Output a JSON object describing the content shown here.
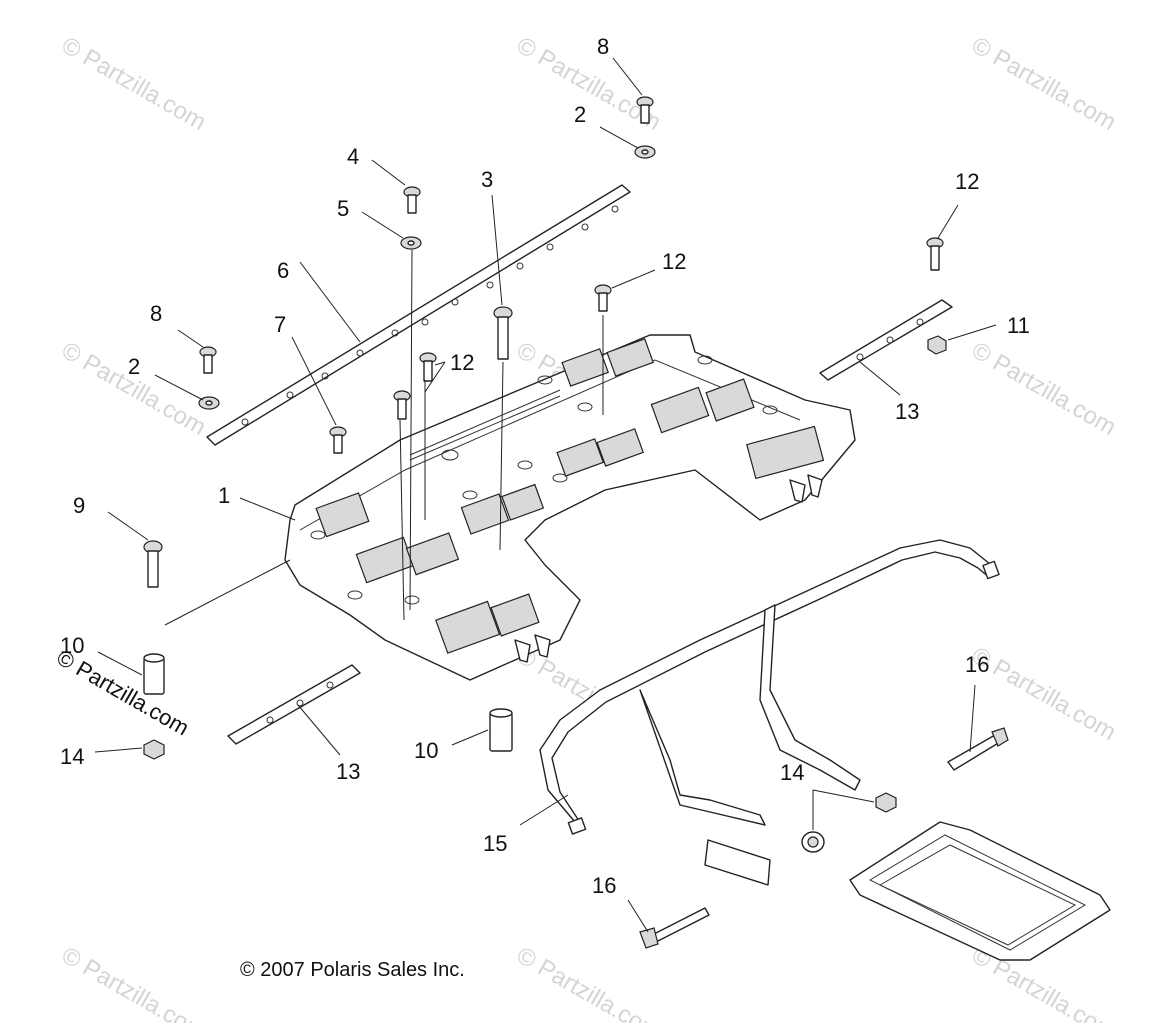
{
  "copyright": "© 2007 Polaris Sales Inc.",
  "watermark": "© Partzilla.com",
  "callouts": {
    "c1": "1",
    "c2a": "2",
    "c2b": "2",
    "c3": "3",
    "c4": "4",
    "c5": "5",
    "c6": "6",
    "c7": "7",
    "c8a": "8",
    "c8b": "8",
    "c9": "9",
    "c10a": "10",
    "c10b": "10",
    "c11": "11",
    "c12a": "12",
    "c12b": "12",
    "c12c": "12",
    "c13a": "13",
    "c13b": "13",
    "c14a": "14",
    "c14b": "14",
    "c15": "15",
    "c16a": "16",
    "c16b": "16"
  }
}
